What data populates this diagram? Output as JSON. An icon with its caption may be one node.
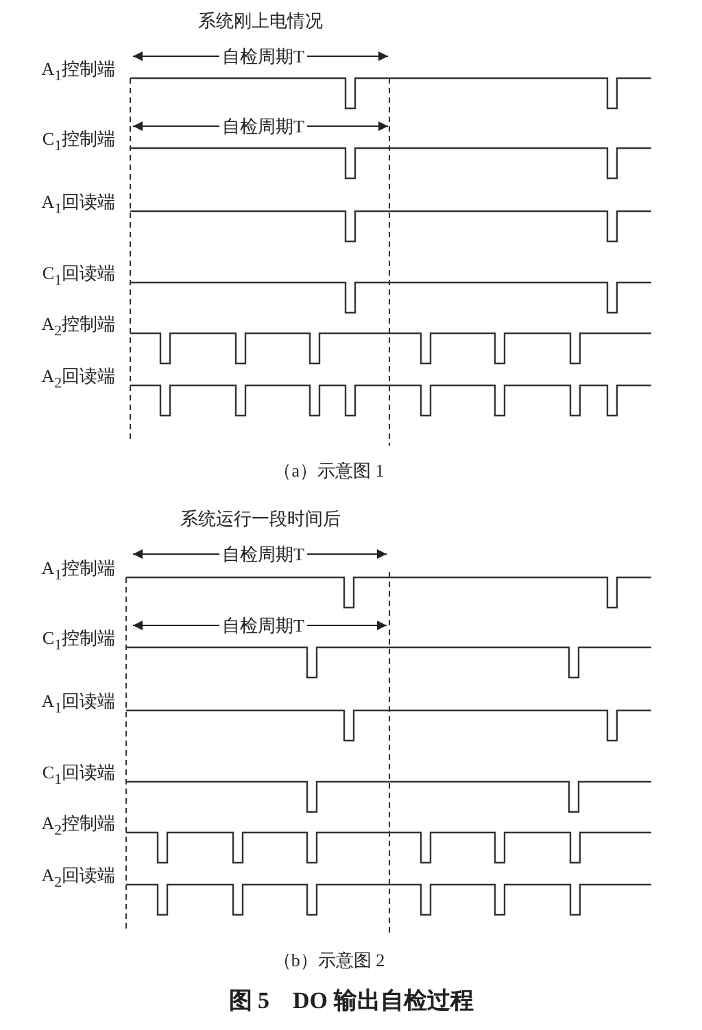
{
  "diagram": {
    "caption": "图 5　DO 输出自检过程",
    "labels": [
      "系统刚上电情况",
      "自检周期T",
      "A$_{1}$控制端",
      "自检周期T",
      "C$_{1}$控制端",
      "A$_{1}$回读端",
      "C$_{1}$回读端",
      "A$_{2}$控制端",
      "A$_{2}$回读端",
      "（a）示意图 1",
      "系统运行一段时间后",
      "自检周期T",
      "A$_{1}$控制端",
      "自检周期T",
      "C$_{1}$控制端",
      "A$_{1}$回读端",
      "C$_{1}$回读端",
      "A$_{2}$控制端",
      "A$_{2}$回读端",
      "（b）示意图 2"
    ]
  }
}
